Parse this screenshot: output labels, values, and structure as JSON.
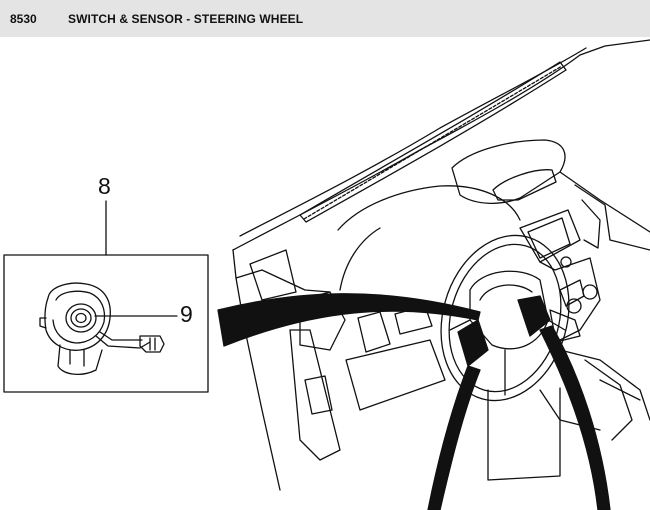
{
  "header": {
    "code": "8530",
    "title": "SWITCH & SENSOR - STEERING WHEEL"
  },
  "callouts": {
    "assembly": "8",
    "part": "9"
  }
}
